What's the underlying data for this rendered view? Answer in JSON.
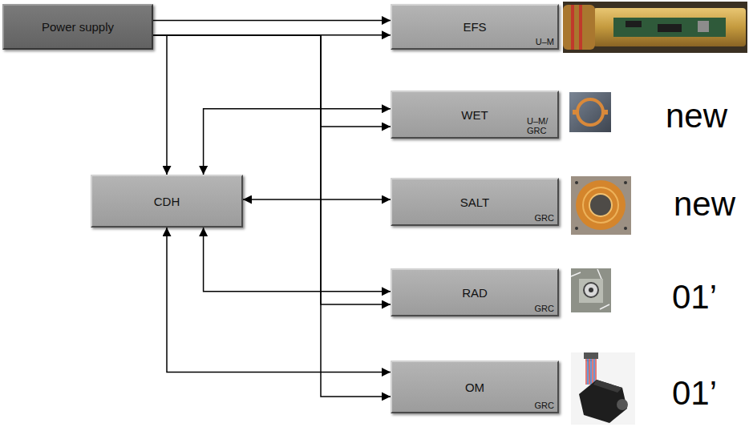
{
  "diagram": {
    "nodes": [
      {
        "text": [
          "Power supply"
        ]
      },
      {
        "text": [
          "EFS",
          "U–M"
        ]
      },
      {
        "text": [
          "WET",
          "U–M/ GRC"
        ]
      },
      {
        "text": [
          "CDH"
        ]
      },
      {
        "text": [
          "SALT",
          "GRC"
        ]
      },
      {
        "text": [
          "RAD",
          "GRC"
        ]
      },
      {
        "text": [
          "OM",
          "GRC"
        ]
      }
    ],
    "edges": [
      {
        "from": 0,
        "to": 1,
        "arrow": "to"
      },
      {
        "from": 0,
        "to": 1,
        "arrow": "to"
      },
      {
        "from": 0,
        "to": 3,
        "arrow": "to"
      },
      {
        "from": 0,
        "to": 2,
        "arrow": "to"
      },
      {
        "from": 0,
        "to": 5,
        "arrow": "to"
      },
      {
        "from": 0,
        "to": 6,
        "arrow": "to"
      },
      {
        "from": 3,
        "to": 2,
        "arrow": "both"
      },
      {
        "from": 3,
        "to": 4,
        "arrow": "both"
      },
      {
        "from": 3,
        "to": 5,
        "arrow": "both"
      },
      {
        "from": 3,
        "to": 6,
        "arrow": "both"
      }
    ],
    "labels": [
      "new",
      "new",
      "01’",
      "01’"
    ]
  }
}
